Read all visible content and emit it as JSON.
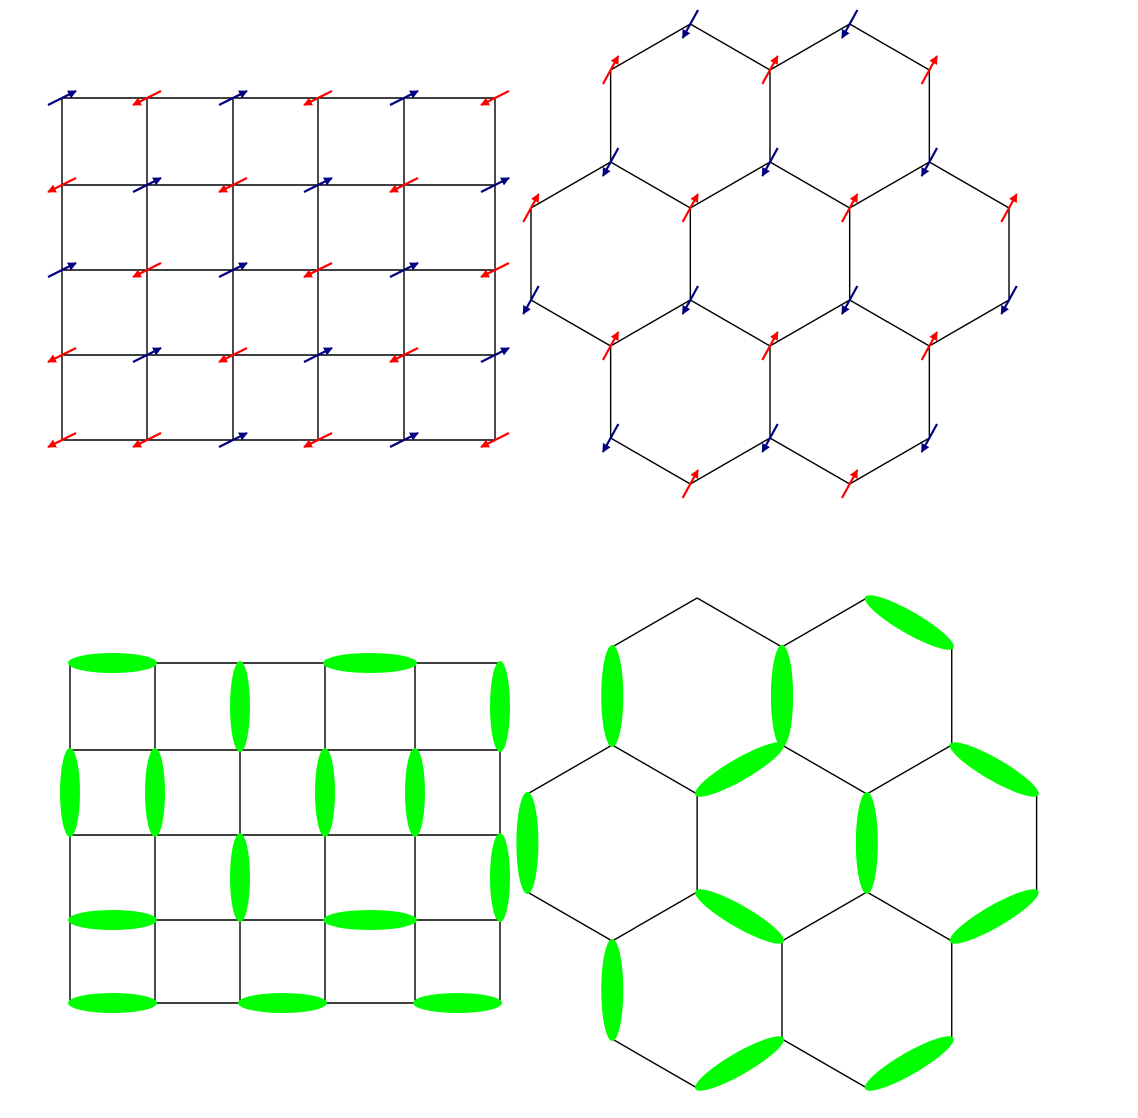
{
  "colors": {
    "background": "#ffffff",
    "lattice_edge": "#000000",
    "spin_up": "#000080",
    "spin_down": "#ff0000",
    "dimer": "#00ff00"
  },
  "panels": [
    {
      "name": "square-lattice-neel-spins",
      "lattice": "square",
      "rows": 5,
      "cols": 6,
      "overlay": "spin-arrows"
    },
    {
      "name": "honeycomb-lattice-neel-spins",
      "lattice": "honeycomb",
      "hexagons": 7,
      "overlay": "spin-arrows"
    },
    {
      "name": "square-lattice-dimers",
      "lattice": "square",
      "rows": 5,
      "cols": 6,
      "overlay": "dimers"
    },
    {
      "name": "honeycomb-lattice-dimers",
      "lattice": "honeycomb",
      "hexagons": 7,
      "overlay": "dimers"
    }
  ]
}
